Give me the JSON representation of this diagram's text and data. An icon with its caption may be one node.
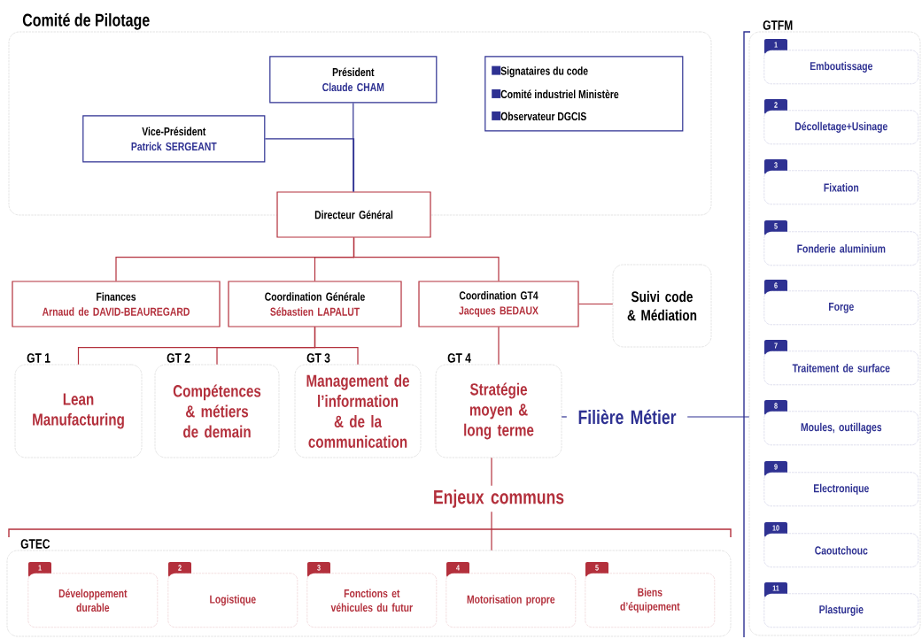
{
  "diagram": {
    "nodes": [
      {
        "text": [
          "Comité de Pilotage"
        ]
      },
      {
        "text": [
          "Président",
          "Claude CHAM"
        ],
        "in": 0
      },
      {
        "text": [
          "Vice-Président",
          "Patrick SERGEANT"
        ],
        "in": 0
      },
      {
        "text": [
          "Signataires du code",
          "Comité industriel Ministère",
          "Observateur DGCIS"
        ],
        "in": 0
      },
      {
        "text": [
          "Directeur Général"
        ]
      },
      {
        "text": [
          "Finances",
          "Arnaud de DAVID-BEAUREGARD"
        ]
      },
      {
        "text": [
          "Coordination Générale",
          "Sébastien LAPALUT"
        ]
      },
      {
        "text": [
          "Coordination GT4",
          "Jacques BEDAUX"
        ]
      },
      {
        "text": [
          "Suivi code & Médiation"
        ]
      },
      {
        "text": [
          "GT 1",
          "Lean Manufacturing"
        ]
      },
      {
        "text": [
          "GT 2",
          "Compétences & métiers de demain"
        ]
      },
      {
        "text": [
          "GT 3",
          "Management de l’information & de la communication"
        ]
      },
      {
        "text": [
          "GT 4",
          "Stratégie moyen & long terme"
        ]
      },
      {
        "text": [
          "Filière Métier"
        ]
      },
      {
        "text": [
          "Enjeux communs"
        ]
      },
      {
        "text": [
          "GTEC"
        ]
      },
      {
        "text": [
          "1",
          "Développement durable"
        ],
        "in": 15
      },
      {
        "text": [
          "2",
          "Logistique"
        ],
        "in": 15
      },
      {
        "text": [
          "3",
          "Fonctions et véhicules du futur"
        ],
        "in": 15
      },
      {
        "text": [
          "4",
          "Motorisation propre"
        ],
        "in": 15
      },
      {
        "text": [
          "5",
          "Biens d’équipement"
        ],
        "in": 15
      },
      {
        "text": [
          "GTFM"
        ]
      },
      {
        "text": [
          "1",
          "Emboutissage"
        ],
        "in": 21
      },
      {
        "text": [
          "2",
          "Décolletage+Usinage"
        ],
        "in": 21
      },
      {
        "text": [
          "3",
          "Fixation"
        ],
        "in": 21
      },
      {
        "text": [
          "5",
          "Fonderie aluminium"
        ],
        "in": 21
      },
      {
        "text": [
          "6",
          "Forge"
        ],
        "in": 21
      },
      {
        "text": [
          "7",
          "Traitement de surface"
        ],
        "in": 21
      },
      {
        "text": [
          "8",
          "Moules, outillages"
        ],
        "in": 21
      },
      {
        "text": [
          "9",
          "Electronique"
        ],
        "in": 21
      },
      {
        "text": [
          "10",
          "Caoutchouc"
        ],
        "in": 21
      },
      {
        "text": [
          "11",
          "Plasturgie"
        ],
        "in": 21
      }
    ],
    "edges": [
      {
        "from": 1,
        "to": 4,
        "arrow": "none",
        "color": "#2e3192"
      },
      {
        "from": 2,
        "to": 4,
        "arrow": "none",
        "color": "#2e3192"
      },
      {
        "from": 4,
        "to": 5,
        "arrow": "none"
      },
      {
        "from": 4,
        "to": 6,
        "arrow": "none"
      },
      {
        "from": 4,
        "to": 7,
        "arrow": "none"
      },
      {
        "from": 7,
        "to": 8,
        "arrow": "none"
      },
      {
        "from": 6,
        "to": 9,
        "arrow": "none"
      },
      {
        "from": 6,
        "to": 10,
        "arrow": "none"
      },
      {
        "from": 6,
        "to": 11,
        "arrow": "none"
      },
      {
        "from": 7,
        "to": 12,
        "arrow": "none"
      },
      {
        "from": 12,
        "to": 13,
        "arrow": "none",
        "color": "#2e3192"
      },
      {
        "from": 13,
        "to": 21,
        "arrow": "none",
        "color": "#2e3192"
      },
      {
        "from": 12,
        "to": 14,
        "arrow": "none"
      },
      {
        "from": 14,
        "to": 15,
        "arrow": "none"
      }
    ]
  }
}
